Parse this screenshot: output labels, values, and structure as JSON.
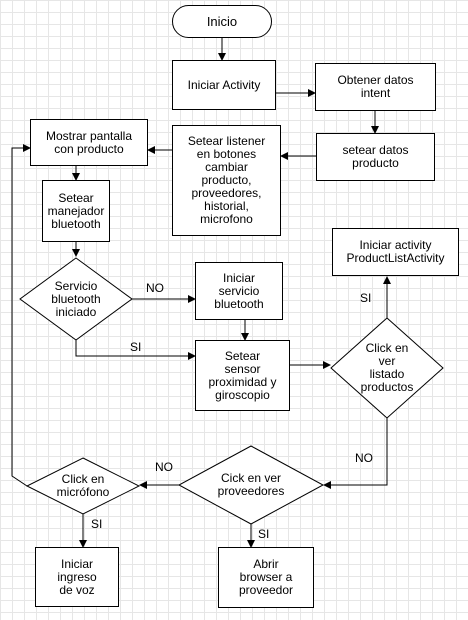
{
  "nodes": {
    "inicio": "Inicio",
    "iniciar_activity": "Iniciar Activity",
    "obtener_datos": "Obtener datos\nintent",
    "setear_datos": "setear datos\nproducto",
    "setear_listener": "Setear listener\nen botones\ncambiar\nproducto,\nproveedores,\nhistorial,\nmicrofono",
    "mostrar_pantalla": "Mostrar pantalla\ncon producto",
    "setear_manejador": "Setear\nmanejador\nbluetooth",
    "servicio_iniciado": "Servicio\nbluetooth\niniciado",
    "iniciar_servicio": "Iniciar\nservicio\nbluetooth",
    "setear_sensor": "Setear\nsensor\nproximidad y\ngiroscopio",
    "click_listado": "Click en\nver\nlistado\nproductos",
    "iniciar_product_list": "Iniciar activity\nProductListActivity",
    "click_proveedores": "Cick en ver\nproveedores",
    "click_microfono": "Click en\nmicrófono",
    "iniciar_voz": "Iniciar\ningreso\nde voz",
    "abrir_browser": "Abrir\nbrowser a\nproveedor"
  },
  "edge_labels": {
    "no_servicio": "NO",
    "si_servicio": "SI",
    "si_listado": "SI",
    "no_listado": "NO",
    "no_proveedores": "NO",
    "si_microfono": "SI",
    "si_proveedores": "SI"
  }
}
